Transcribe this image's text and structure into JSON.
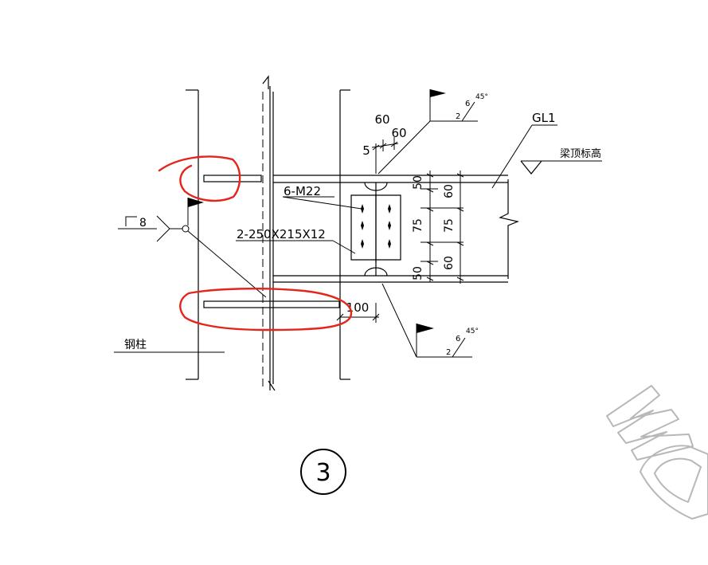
{
  "drawing": {
    "top_dims": [
      "60",
      "60",
      "5"
    ],
    "beam_label": "GL1",
    "beam_top_elev": "梁顶标高",
    "bolts_label": "6-M22",
    "plate_label": "2-250X215X12",
    "right_dims": [
      "50",
      "60",
      "75",
      "75",
      "60",
      "50"
    ],
    "stiffener_dim": "100",
    "weld_size": "8",
    "column_label": "钢柱",
    "weld_top": {
      "size": "2",
      "leg": "6",
      "angle": "45°"
    },
    "weld_bottom": {
      "size": "2",
      "leg": "6",
      "angle": "45°"
    },
    "detail_number": "3"
  },
  "colors": {
    "line": "#000000",
    "markup": "#e5241a",
    "watermark": "#b8b8b8"
  }
}
